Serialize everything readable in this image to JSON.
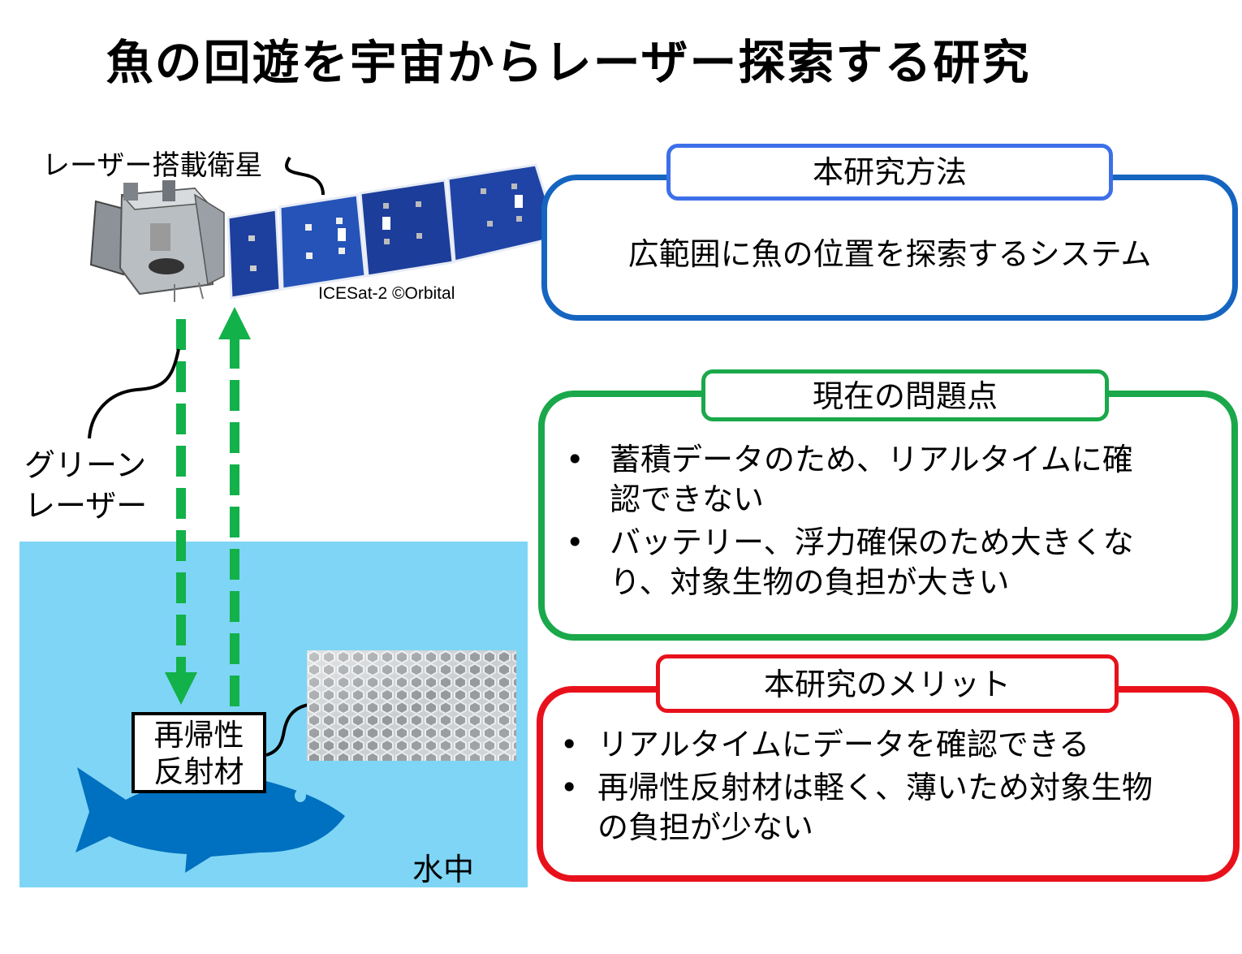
{
  "title": "魚の回遊を宇宙からレーザー探索する研究",
  "satellite": {
    "label": "レーザー搭載衛星",
    "credit": "ICESat-2 ©Orbital",
    "icon": "satellite-icon"
  },
  "laser": {
    "label_line1": "グリーン",
    "label_line2": "レーザー",
    "color": "#12b14a"
  },
  "underwater": {
    "label": "水中",
    "color": "#7fd5f5",
    "fish_color": "#0070c0"
  },
  "reflector": {
    "label_line1": "再帰性",
    "label_line2": "反射材"
  },
  "panels": {
    "method": {
      "heading": "本研究方法",
      "text": "広範囲に魚の位置を探索するシステム",
      "color": "#1565c0"
    },
    "problems": {
      "heading": "現在の問題点",
      "items": [
        {
          "line1": "蓄積データのため、リアルタイムに確",
          "line2": "認できない"
        },
        {
          "line1": "バッテリー、浮力確保のため大きくな",
          "line2": "り、対象生物の負担が大きい"
        }
      ],
      "color": "#1aa84a"
    },
    "merits": {
      "heading": "本研究のメリット",
      "items": [
        {
          "line1": "リアルタイムにデータを確認できる",
          "line2": ""
        },
        {
          "line1": "再帰性反射材は軽く、薄いため対象生物",
          "line2": "の負担が少ない"
        }
      ],
      "color": "#e8111b"
    }
  },
  "bullet_char": "•"
}
